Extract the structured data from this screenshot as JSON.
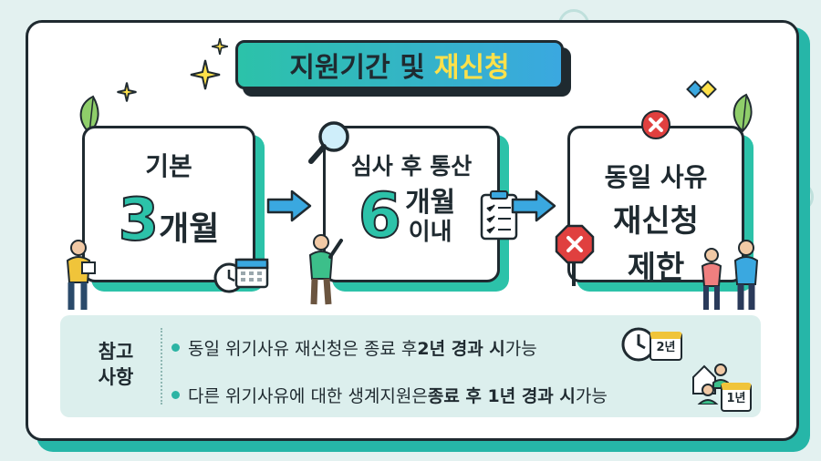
{
  "title": {
    "part1": "지원기간 및",
    "highlight": "재신청"
  },
  "steps": [
    {
      "line1": "기본",
      "big_number": "3",
      "big_suffix": "개월"
    },
    {
      "line1": "심사 후 통산",
      "big_number": "6",
      "big_suffix": "개월",
      "line3": "이내"
    },
    {
      "line1": "동일 사유",
      "line2": "재신청",
      "line3": "제한"
    }
  ],
  "reference": {
    "label": "참고\n사항",
    "items": [
      {
        "pre": "동일 위기사유 재신청은 종료 후 ",
        "strong": "2년 경과 시",
        "post": " 가능",
        "badge": "2년"
      },
      {
        "pre": "다른 위기사유에 대한 생계지원은 ",
        "strong": "종료 후 1년 경과 시",
        "post": " 가능",
        "badge": "1년"
      }
    ]
  },
  "colors": {
    "teal": "#2cc2a9",
    "blue": "#3aa8e0",
    "dark": "#1f2a30",
    "yellow": "#ffe14a",
    "red": "#e0403f"
  },
  "icons": [
    "clock-icon",
    "calendar-icon",
    "magnifier-icon",
    "clipboard-icon",
    "x-mark-icon",
    "stop-sign-icon",
    "person-icon"
  ]
}
